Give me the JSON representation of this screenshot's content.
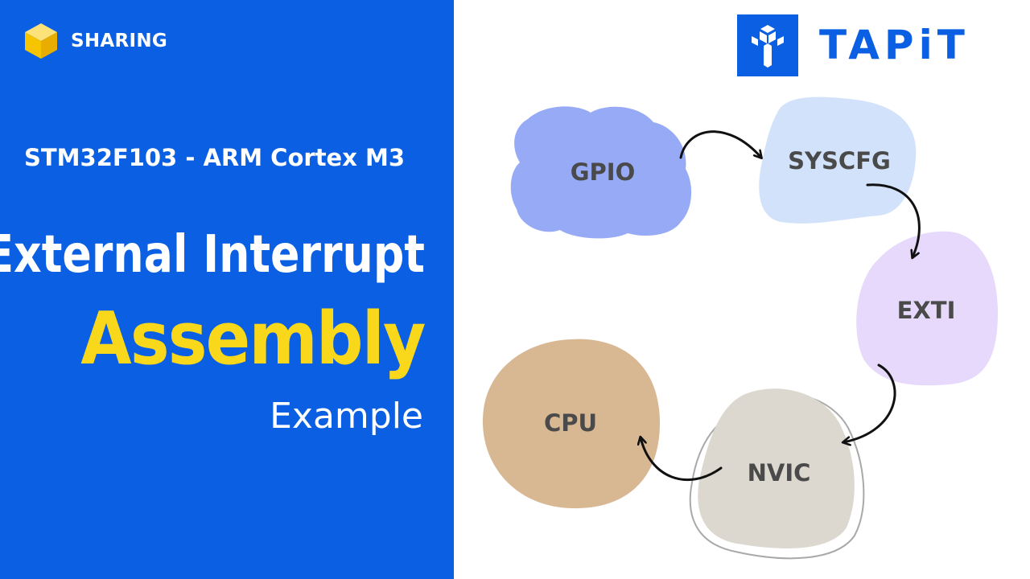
{
  "banner": {
    "tag_label": "SHARING",
    "subtitle": "STM32F103 - ARM Cortex M3",
    "title_line1": "External Interrupt",
    "title_line2": "Assembly",
    "title_line3": "Example",
    "colors": {
      "background": "#0b5fe3",
      "accent": "#f9d81c",
      "text": "#ffffff"
    },
    "icon": "cube-icon"
  },
  "logo": {
    "wordmark": "TAPiT",
    "icon": "tapit-logo-mark",
    "color": "#0b5fe3"
  },
  "diagram": {
    "nodes": [
      {
        "id": "gpio",
        "label": "GPIO",
        "color": "#97aaf6"
      },
      {
        "id": "syscfg",
        "label": "SYSCFG",
        "color": "#d3e2fb"
      },
      {
        "id": "exti",
        "label": "EXTI",
        "color": "#e6d9fb"
      },
      {
        "id": "nvic",
        "label": "NVIC",
        "color": "#dcd8d0"
      },
      {
        "id": "cpu",
        "label": "CPU",
        "color": "#d8b893"
      }
    ],
    "edges": [
      {
        "from": "gpio",
        "to": "syscfg"
      },
      {
        "from": "syscfg",
        "to": "exti"
      },
      {
        "from": "exti",
        "to": "nvic"
      },
      {
        "from": "nvic",
        "to": "cpu"
      }
    ]
  }
}
